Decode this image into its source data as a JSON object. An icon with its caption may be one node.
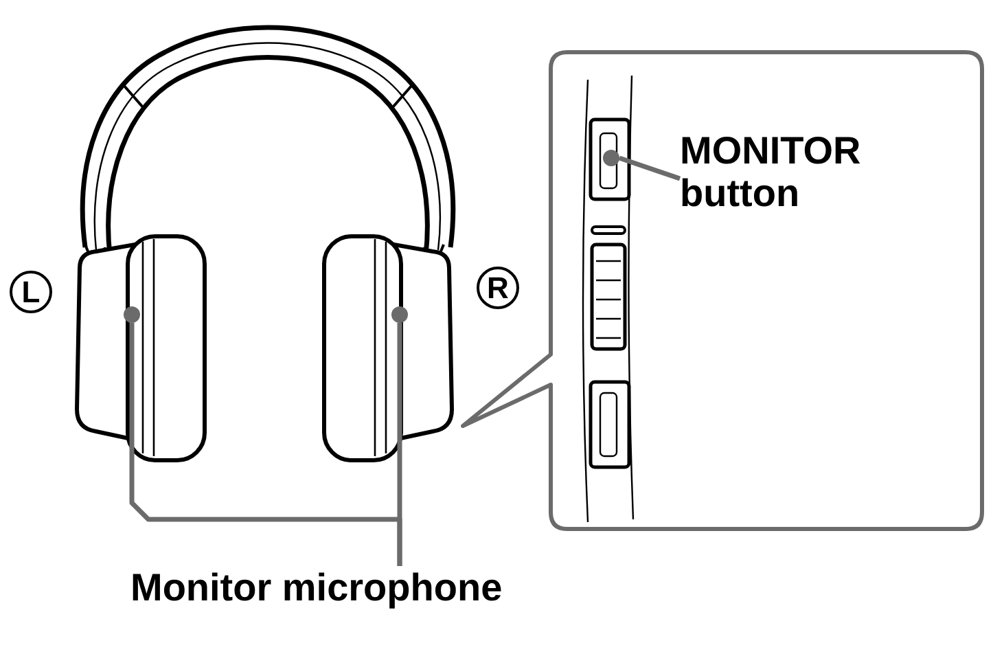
{
  "diagram": {
    "nodes": [
      {
        "text": [
          "Monitor microphone"
        ]
      },
      {
        "text": [],
        "shape": "circle"
      },
      {
        "text": [],
        "shape": "circle"
      },
      {
        "text": [
          "L"
        ]
      },
      {
        "text": [
          "R"
        ]
      },
      {
        "text": [],
        "shape": "box"
      },
      {
        "text": [
          "MONITOR button"
        ],
        "in": 5
      },
      {
        "text": [],
        "shape": "circle",
        "in": 5
      }
    ],
    "edges": [
      {
        "from": 0,
        "to": 1,
        "arrow": "none"
      },
      {
        "from": 0,
        "to": 2,
        "arrow": "none"
      },
      {
        "from": 6,
        "to": 7,
        "arrow": "none"
      }
    ]
  }
}
